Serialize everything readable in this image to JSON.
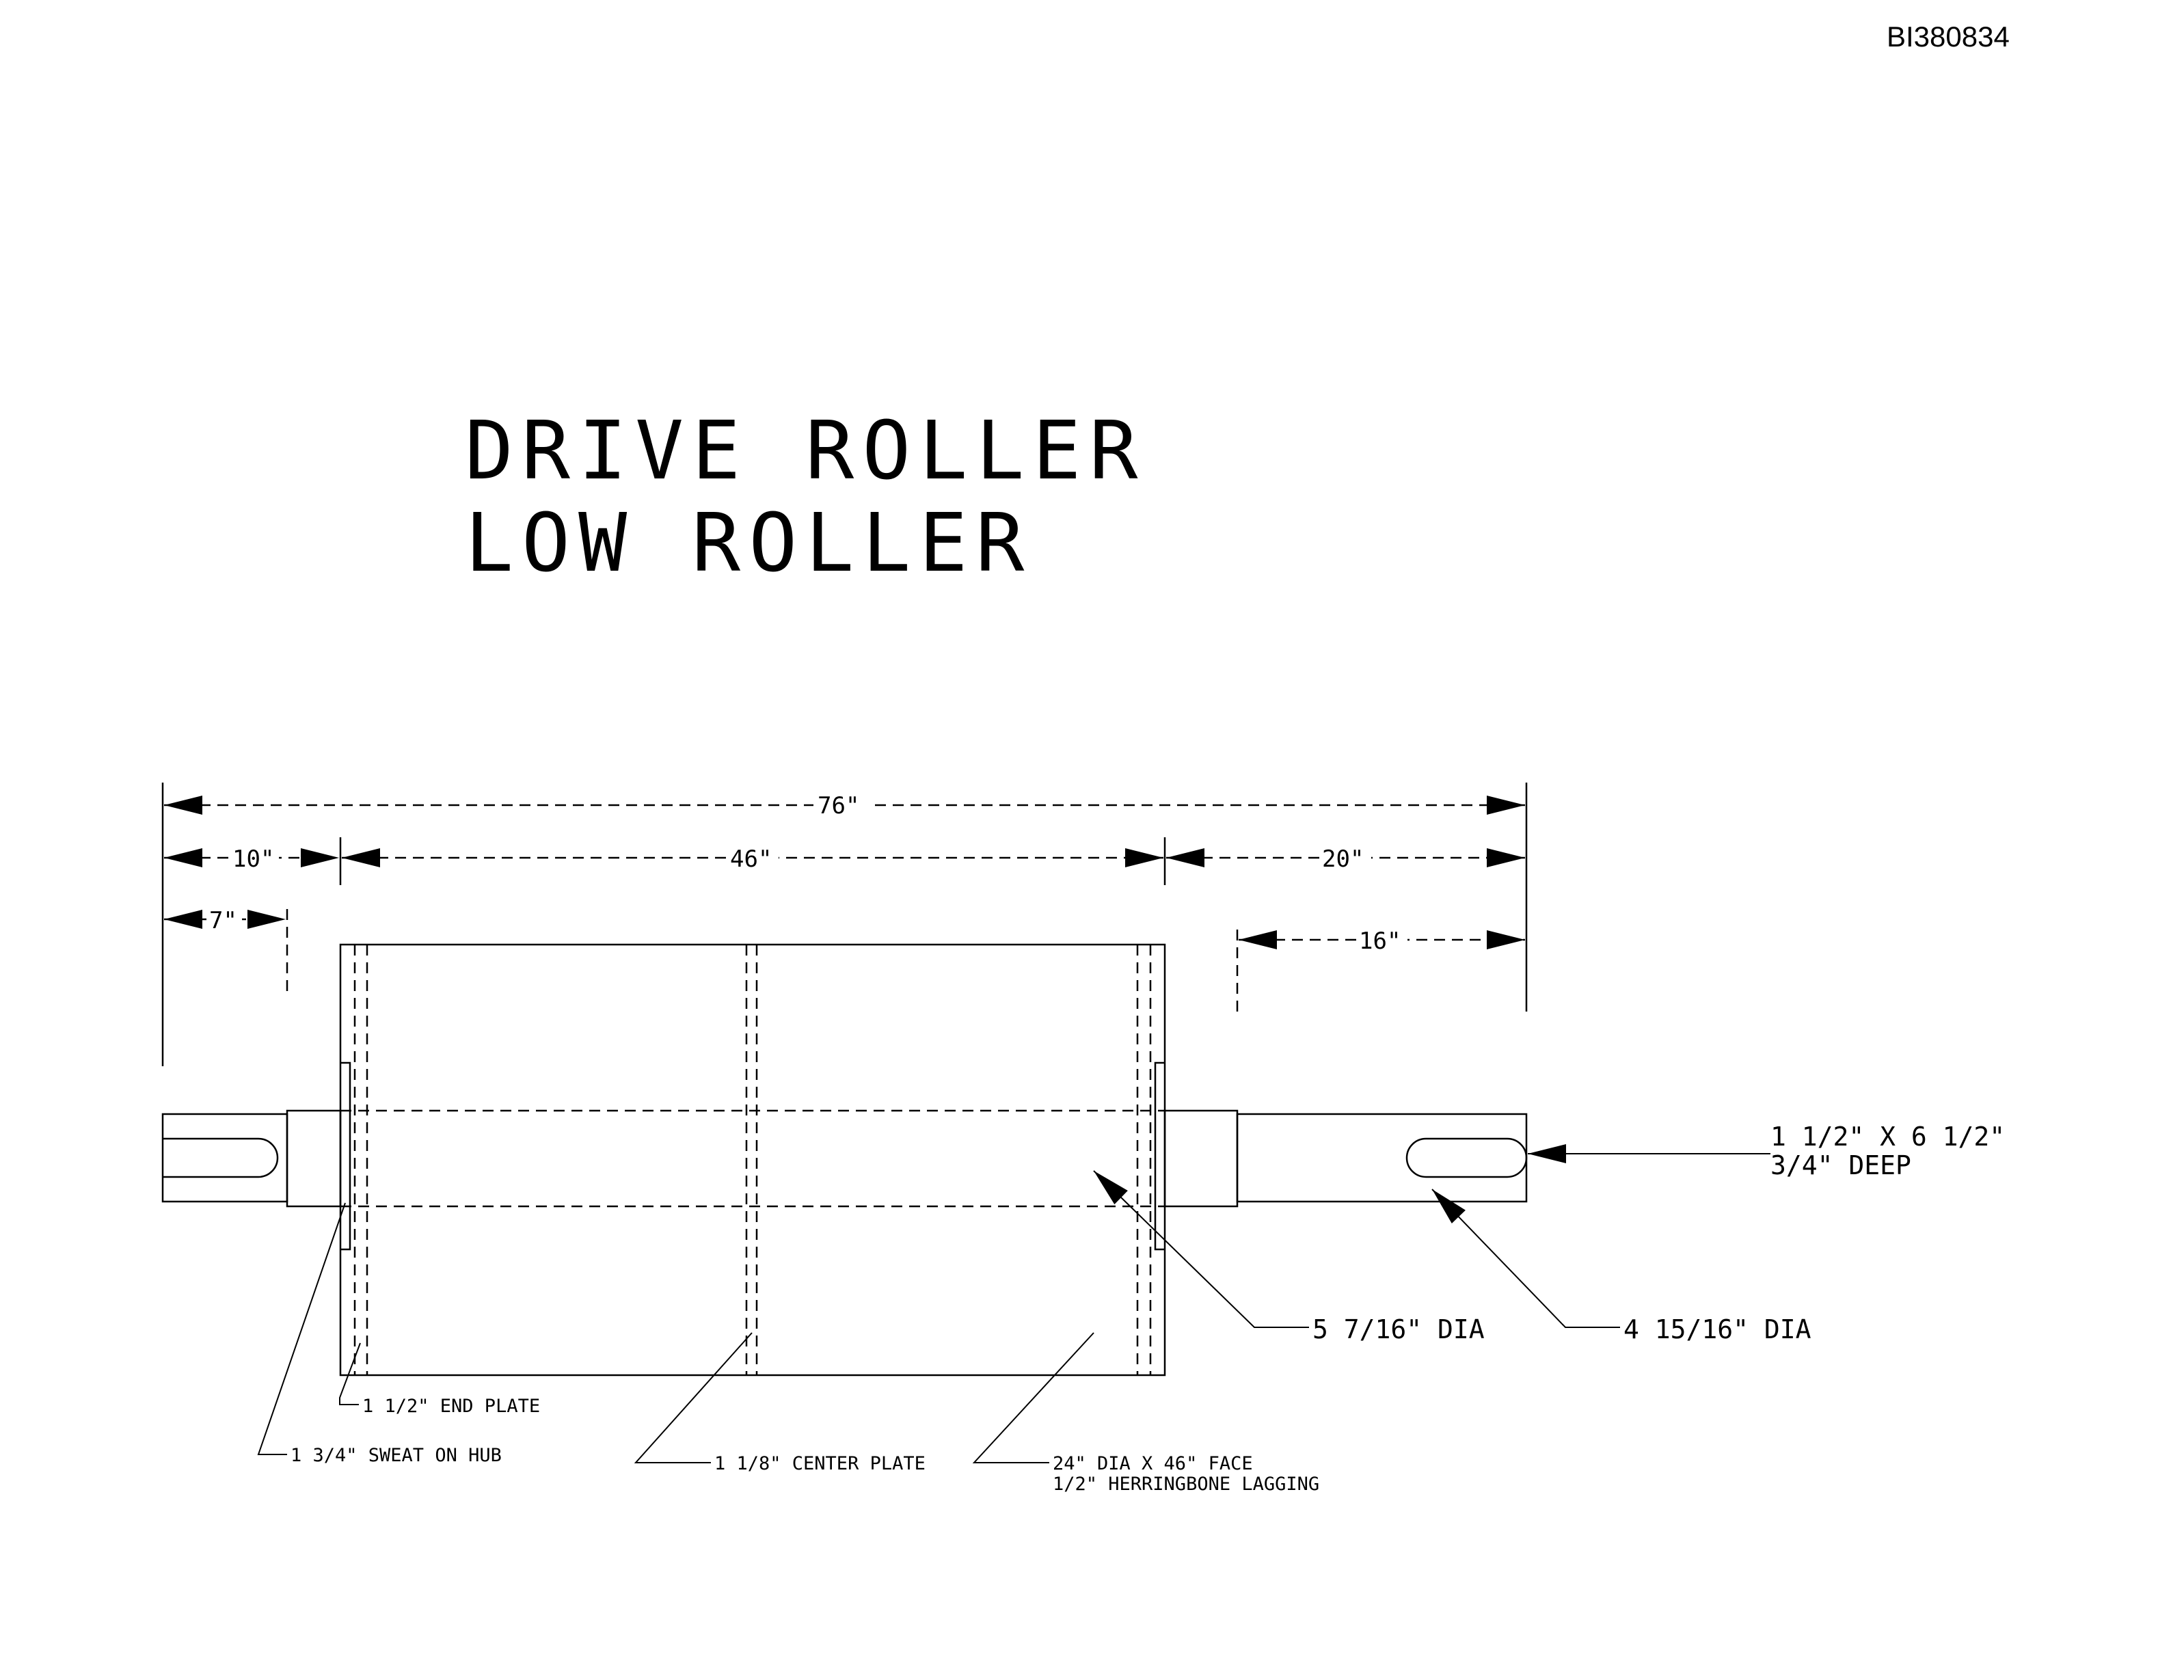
{
  "document_id": "BI380834",
  "title": {
    "line1": "DRIVE ROLLER",
    "line2": "LOW ROLLER"
  },
  "dimensions": {
    "overall": "76\"",
    "left_shaft": "10\"",
    "face": "46\"",
    "right_shaft": "20\"",
    "left_keyway_offset": "7\"",
    "right_keyway_length": "16\""
  },
  "callouts": {
    "keyway_line1": "1 1/2\" X 6 1/2\"",
    "keyway_line2": "3/4\" DEEP",
    "hub_bore": "5 7/16\" DIA",
    "shaft_dia": "4 15/16\" DIA",
    "end_plate": "1 1/2\" END PLATE",
    "hub": "1 3/4\" SWEAT ON HUB",
    "center_plate": "1 1/8\" CENTER PLATE",
    "lagging_line1": "24\" DIA X 46\" FACE",
    "lagging_line2": "1/2\" HERRINGBONE LAGGING"
  }
}
